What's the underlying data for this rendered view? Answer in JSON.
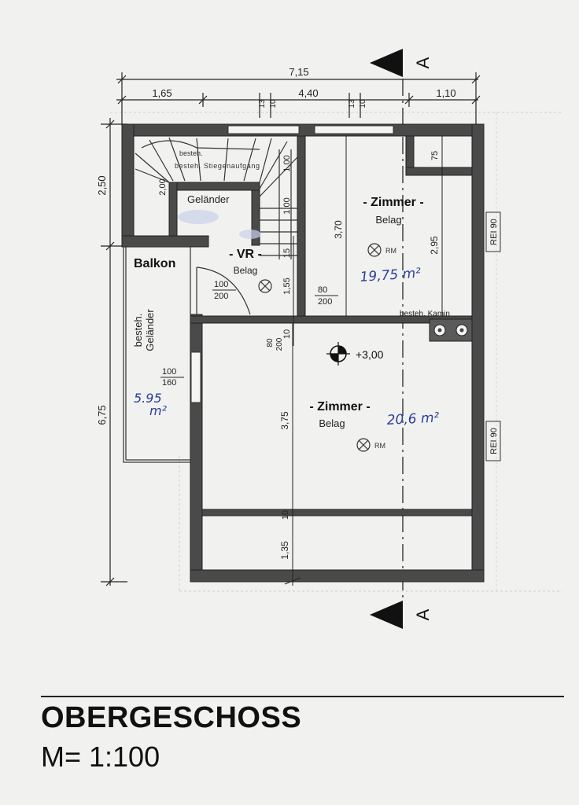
{
  "title": "OBERGESCHOSS",
  "scale": "M= 1:100",
  "section_marker": "A",
  "dimensions": {
    "top_total": "7,15",
    "top_left": "1,65",
    "top_mid": "4,40",
    "top_right": "1,10",
    "top_small_a": "13",
    "top_small_b": "10",
    "left_upper": "2,50",
    "left_lower": "6,75",
    "stair_200": "2,00",
    "stair_100": "1,00",
    "stair_100b": "1,00",
    "vr_15": "15",
    "vr_155": "1,55",
    "vr_10": "10",
    "room1_height": "3,70",
    "room1_inner": "2,95",
    "room1_small": "75",
    "room2_height": "3,75",
    "room2_10": "10",
    "room2_135": "1,35"
  },
  "door_labels": {
    "d1_top": "100",
    "d1_bottom": "200",
    "d2_top": "80",
    "d2_bottom": "200",
    "d3_top": "80",
    "d3_bottom": "200",
    "w1_top": "100",
    "w1_bottom": "160"
  },
  "rooms": {
    "stair_note": "besteh. Stiegenaufgang",
    "gelaender": "Geländer",
    "balkon": "Balkon",
    "balkon_rail_1": "besteh.",
    "balkon_rail_2": "Geländer",
    "vr_name": "- VR -",
    "vr_floor": "Belag",
    "zimmer1_name": "- Zimmer -",
    "zimmer1_floor": "Belag",
    "zimmer2_name": "- Zimmer -",
    "zimmer2_floor": "Belag",
    "rm1": "RM",
    "rm2": "RM",
    "kamin": "besteh. Kamin",
    "level": "+3,00",
    "rei_top": "REI 90",
    "rei_bottom": "REI 90"
  },
  "handwritten": {
    "zimmer1_area": "19,75 m²",
    "zimmer2_area": "20,6 m²",
    "balkon_area_1": "5.95",
    "balkon_area_2": "m²"
  }
}
